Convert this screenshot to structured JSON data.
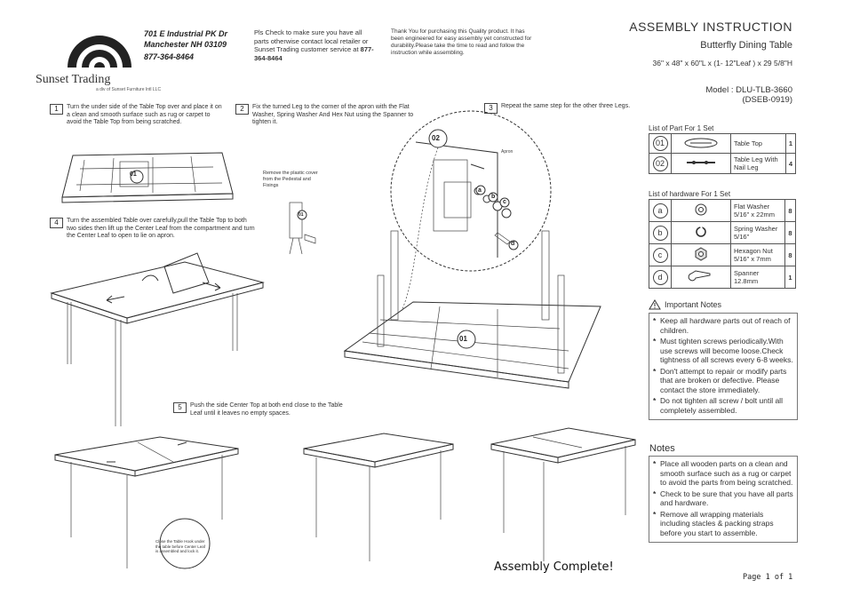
{
  "company": {
    "name": "Sunset Trading",
    "tagline": "a div of Sunset Furniture Intl LLC",
    "address1": "701 E Industrial PK Dr",
    "address2": "Manchester NH 03109",
    "phone": "877-364-8464"
  },
  "header_notes": {
    "check": "Pls Check to make sure you have all parts otherwise contact local retailer or Sunset Trading customer service at",
    "check_phone": "877-364-8464",
    "thanks": "Thank You for purchasing this Quality product. It has been engineered for easy assembly yet constructed for durability.Please take the time to read and follow the instruction while assembling."
  },
  "title": {
    "main": "ASSEMBLY INSTRUCTION",
    "product": "Butterfly Dining Table",
    "dimensions": "36\" x 48\" x 60\"L x (1- 12\"Leaf ) x 29 5/8\"H",
    "model": "Model : DLU-TLB-3660",
    "model_code": "(DSEB-0919)"
  },
  "steps": [
    {
      "num": "1",
      "text": "Turn the under side of the Table Top over and place it on a clean and smooth surface such as rug or carpet to avoid the Table Top from being scratched."
    },
    {
      "num": "2",
      "text": "Fix the turned Leg to the corner of the apron with the Flat Washer, Spring Washer And Hex Nut using the Spanner to tighten it."
    },
    {
      "num": "3",
      "text": "Repeat the same step for the other three Legs."
    },
    {
      "num": "4",
      "text": "Turn the assembled Table over carefully,pull the Table Top to both two sides then lift up the Center Leaf from the compartment and turn the Center Leaf to open to lie on apron."
    },
    {
      "num": "5",
      "text": "Push the side Center Top at both end close to the Table Leaf until it leaves no empty spaces."
    }
  ],
  "callouts": {
    "remove_plastic": "Remove the plastic cover from the Pedestal and Fixings",
    "apron": "Apron",
    "check_hook": "Close the Table Hook under the table before Center Leaf is assembled and lock it."
  },
  "markers": {
    "part01": "01",
    "part02": "02",
    "a": "a",
    "b": "b",
    "c": "c",
    "d": "d"
  },
  "parts_list": {
    "title": "List of Part For 1 Set",
    "rows": [
      {
        "id": "01",
        "name": "Table Top",
        "qty": "1"
      },
      {
        "id": "02",
        "name": "Table Leg With Nail Leg",
        "qty": "4"
      }
    ]
  },
  "hardware_list": {
    "title": "List of hardware For 1 Set",
    "rows": [
      {
        "id": "a",
        "name": "Flat Washer",
        "size": "5/16\" x 22mm",
        "qty": "8"
      },
      {
        "id": "b",
        "name": "Spring Washer",
        "size": "5/16\"",
        "qty": "8"
      },
      {
        "id": "c",
        "name": "Hexagon Nut",
        "size": "5/16\" x 7mm",
        "qty": "8"
      },
      {
        "id": "d",
        "name": "Spanner",
        "size": "12.8mm",
        "qty": "1"
      }
    ]
  },
  "important_notes": {
    "title": "Important Notes",
    "items": [
      "Keep all hardware parts out of reach of children.",
      "Must tighten screws periodically.With use screws will become loose.Check tightness of all screws every 6-8 weeks.",
      "Don't attempt to repair or modify parts that are broken or defective. Please contact the store immediately.",
      "Do not tighten all screw / bolt until all completely assembled."
    ]
  },
  "notes": {
    "title": "Notes",
    "items": [
      "Place all wooden parts on a clean and smooth surface such as a rug or carpet to avoid the parts from being scratched.",
      "Check to be sure that you have all parts and hardware.",
      "Remove all wrapping materials including stacles & packing straps before you start to assemble."
    ]
  },
  "footer": {
    "complete": "Assembly Complete!",
    "page": "Page 1 of 1"
  }
}
